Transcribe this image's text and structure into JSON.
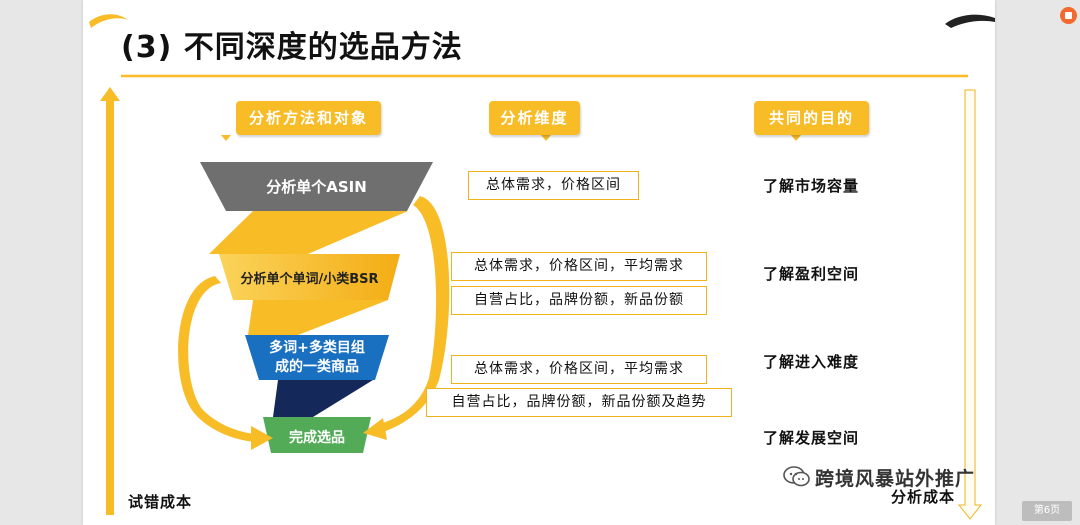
{
  "slide": {
    "title": "(3) 不同深度的选品方法",
    "headers": [
      "分析方法和对象",
      "分析维度",
      "共同的目的"
    ],
    "funnel": {
      "level1": "分析单个ASIN",
      "level2": "分析单个单词/小类BSR",
      "level3_line1": "多词+多类目组",
      "level3_line2": "成的一类商品",
      "level4": "完成选品"
    },
    "dimensions": [
      "总体需求，价格区间",
      "总体需求，价格区间，平均需求",
      "自营占比，品牌份额，新品份额",
      "总体需求，价格区间，平均需求",
      "自营占比，品牌份额，新品份额及趋势"
    ],
    "purposes": [
      "了解市场容量",
      "了解盈利空间",
      "了解进入难度",
      "了解发展空间"
    ],
    "left_axis_label": "试错成本",
    "right_axis_label": "分析成本",
    "watermark": "跨境风暴站外推广"
  },
  "viewer": {
    "page_badge": "第6页"
  },
  "colors": {
    "accent_yellow": "#f8bc27",
    "funnel_gray": "#6f6f6f",
    "funnel_blue": "#1a70c0",
    "funnel_navy": "#14285a",
    "funnel_green": "#53ab57"
  }
}
